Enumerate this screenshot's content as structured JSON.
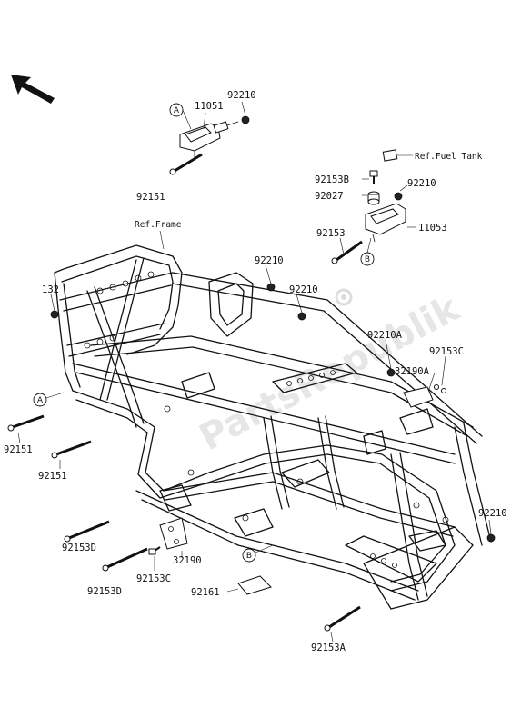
{
  "diagram": {
    "watermark": "PartsRepublik",
    "callout_letters": {
      "a": "A",
      "b": "B"
    },
    "labels": {
      "p11051": "11051",
      "p92210_top": "92210",
      "p92151_top": "92151",
      "ref_fuel_tank": "Ref.Fuel Tank",
      "p92153B": "92153B",
      "p92210_right_top": "92210",
      "p92027": "92027",
      "p92153_right": "92153",
      "p11053": "11053",
      "ref_frame": "Ref.Frame",
      "p132": "132",
      "p92210_mid1": "92210",
      "p92210_mid2": "92210",
      "p92210A": "92210A",
      "p92153C_right": "92153C",
      "p32190A": "32190A",
      "p92151_left1": "92151",
      "p92151_left2": "92151",
      "p92210_bottom_right": "92210",
      "p32190": "32190",
      "p92153D_1": "92153D",
      "p92153D_2": "92153D",
      "p92153C_bottom": "92153C",
      "p92161": "92161",
      "p92153A": "92153A"
    }
  }
}
